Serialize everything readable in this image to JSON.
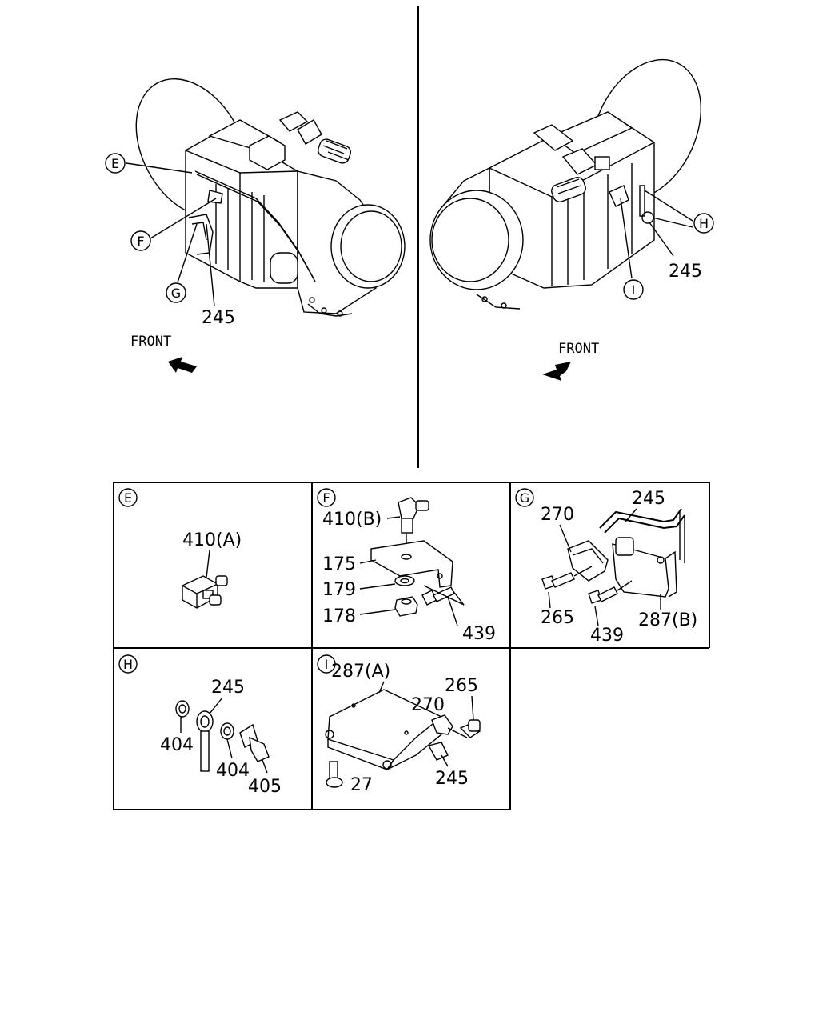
{
  "overview": {
    "left": {
      "callouts": [
        "E",
        "F",
        "G"
      ],
      "part_label": "245",
      "direction_label": "FRONT"
    },
    "right": {
      "callouts": [
        "H",
        "I"
      ],
      "part_label": "245",
      "direction_label": "FRONT"
    }
  },
  "details": {
    "E": {
      "letter": "E",
      "parts": [
        "410(A)"
      ]
    },
    "F": {
      "letter": "F",
      "parts": [
        "410(B)",
        "175",
        "179",
        "178",
        "439"
      ]
    },
    "G": {
      "letter": "G",
      "parts": [
        "270",
        "245",
        "265",
        "439",
        "287(B)"
      ]
    },
    "H": {
      "letter": "H",
      "parts": [
        "245",
        "404",
        "404",
        "405"
      ]
    },
    "I": {
      "letter": "I",
      "parts": [
        "287(A)",
        "265",
        "270",
        "27",
        "245"
      ]
    }
  }
}
